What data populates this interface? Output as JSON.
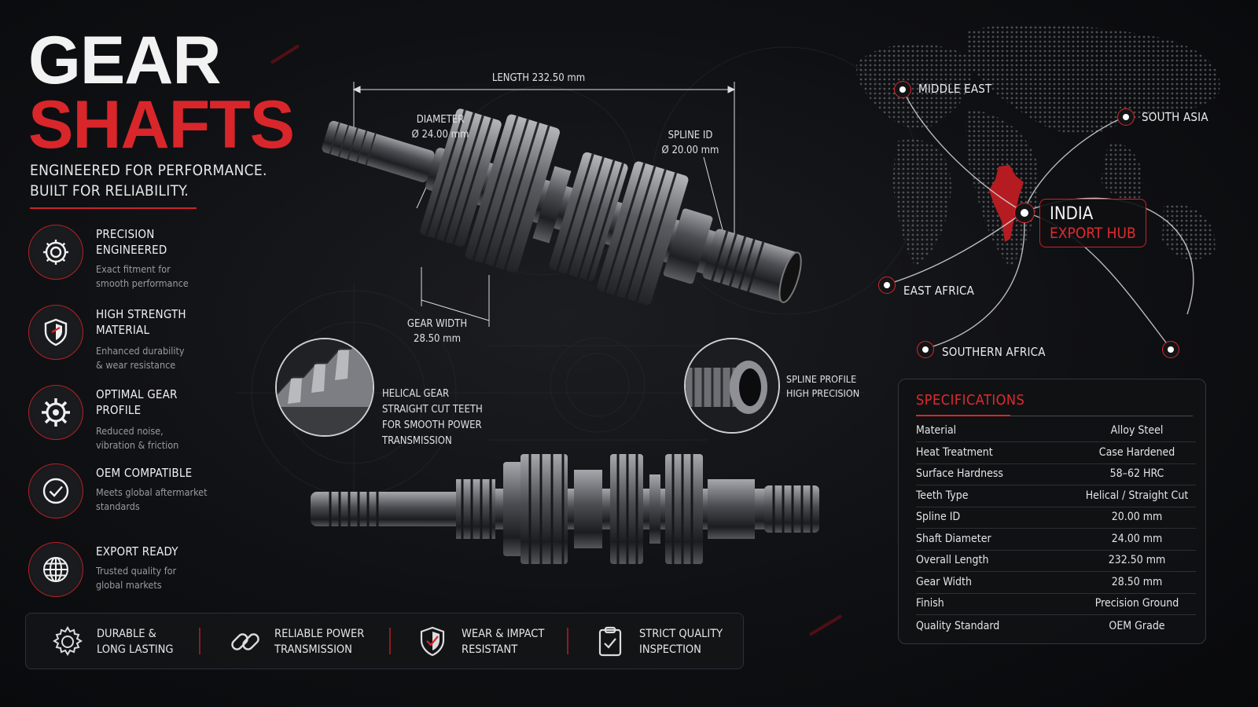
{
  "header": {
    "title_line1": "GEAR",
    "title_line2": "SHAFTS",
    "tagline": "ENGINEERED FOR PERFORMANCE.\nBUILT FOR RELIABILITY."
  },
  "features": [
    {
      "title": "PRECISION\nENGINEERED",
      "desc": "Exact fitment for\nsmooth performance",
      "icon": "gear-icon"
    },
    {
      "title": "HIGH STRENGTH\nMATERIAL",
      "desc": "Enhanced durability\n& wear resistance",
      "icon": "shield-icon"
    },
    {
      "title": "OPTIMAL GEAR\nPROFILE",
      "desc": "Reduced noise,\nvibration & friction",
      "icon": "gear-profile-icon"
    },
    {
      "title": "OEM COMPATIBLE",
      "desc": "Meets global aftermarket\nstandards",
      "icon": "check-circle-icon"
    },
    {
      "title": "EXPORT READY",
      "desc": "Trusted quality for\nglobal markets",
      "icon": "globe-icon"
    }
  ],
  "bottom_bar": [
    {
      "label": "DURABLE &\nLONG LASTING",
      "icon": "gear-outline-icon"
    },
    {
      "label": "RELIABLE POWER\nTRANSMISSION",
      "icon": "chain-link-icon"
    },
    {
      "label": "WEAR & IMPACT\nRESISTANT",
      "icon": "shield-check-icon"
    },
    {
      "label": "STRICT QUALITY\nINSPECTION",
      "icon": "clipboard-check-icon"
    }
  ],
  "dimensions": {
    "length": "LENGTH 232.50 mm",
    "diameter": "DIAMETER\nØ 24.00 mm",
    "spline_id": "SPLINE ID\nØ 20.00 mm",
    "gear_width": "GEAR WIDTH\n28.50 mm"
  },
  "callouts": {
    "helical": "HELICAL GEAR\nSTRAIGHT CUT TEETH\nFOR SMOOTH POWER\nTRANSMISSION",
    "spline": "SPLINE PROFILE\nHIGH PRECISION"
  },
  "map": {
    "hub_line1": "INDIA",
    "hub_line2": "EXPORT HUB",
    "regions": [
      "MIDDLE EAST",
      "SOUTH ASIA",
      "EAST AFRICA",
      "SOUTHERN AFRICA"
    ]
  },
  "specifications": {
    "title": "SPECIFICATIONS",
    "rows": [
      {
        "key": "Material",
        "value": "Alloy Steel"
      },
      {
        "key": "Heat Treatment",
        "value": "Case Hardened"
      },
      {
        "key": "Surface Hardness",
        "value": "58–62 HRC"
      },
      {
        "key": "Teeth Type",
        "value": "Helical / Straight Cut"
      },
      {
        "key": "Spline ID",
        "value": "20.00 mm"
      },
      {
        "key": "Shaft Diameter",
        "value": "24.00 mm"
      },
      {
        "key": "Overall Length",
        "value": "232.50 mm"
      },
      {
        "key": "Gear Width",
        "value": "28.50 mm"
      },
      {
        "key": "Finish",
        "value": "Precision Ground"
      },
      {
        "key": "Quality Standard",
        "value": "OEM Grade"
      }
    ]
  },
  "colors": {
    "accent": "#d9262b",
    "background": "#0f1013",
    "text": "#e8e8ea"
  }
}
